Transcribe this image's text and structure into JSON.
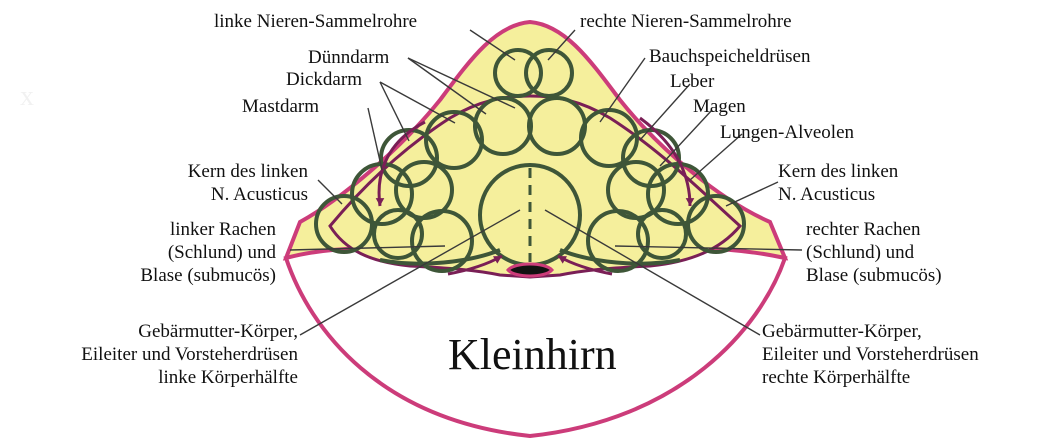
{
  "diagram": {
    "main_label": "Kleinhirn",
    "colors": {
      "fill": "#f5ef9c",
      "outline": "#cc3c7a",
      "circle": "#3e5638",
      "arrow": "#7a1f56",
      "leader": "#3a3a3a",
      "background": "#ffffff"
    },
    "labels": {
      "top_left": "linke Nieren-Sammelrohre",
      "top_right": "rechte Nieren-Sammelrohre",
      "duenndarm": "Dünndarm",
      "dickdarm": "Dickdarm",
      "mastdarm": "Mastdarm",
      "bauchspeichel": "Bauchspeicheldrüsen",
      "leber": "Leber",
      "magen": "Magen",
      "lungen": "Lungen-Alveolen",
      "kern_left": [
        "Kern des linken",
        "N. Acusticus"
      ],
      "kern_right": [
        "Kern des linken",
        "N. Acusticus"
      ],
      "rachen_left": [
        "linker Rachen",
        "(Schlund) und",
        "Blase (submucös)"
      ],
      "rachen_right": [
        "rechter Rachen",
        "(Schlund) und",
        "Blase (submucös)"
      ],
      "gebaermutter_left": [
        "Gebärmutter-Körper,",
        "Eileiter und Vorsteherdrüsen",
        "linke Körperhälfte"
      ],
      "gebaermutter_right": [
        "Gebärmutter-Körper,",
        "Eileiter und Vorsteherdrüsen",
        "rechte Körperhälfte"
      ]
    }
  }
}
